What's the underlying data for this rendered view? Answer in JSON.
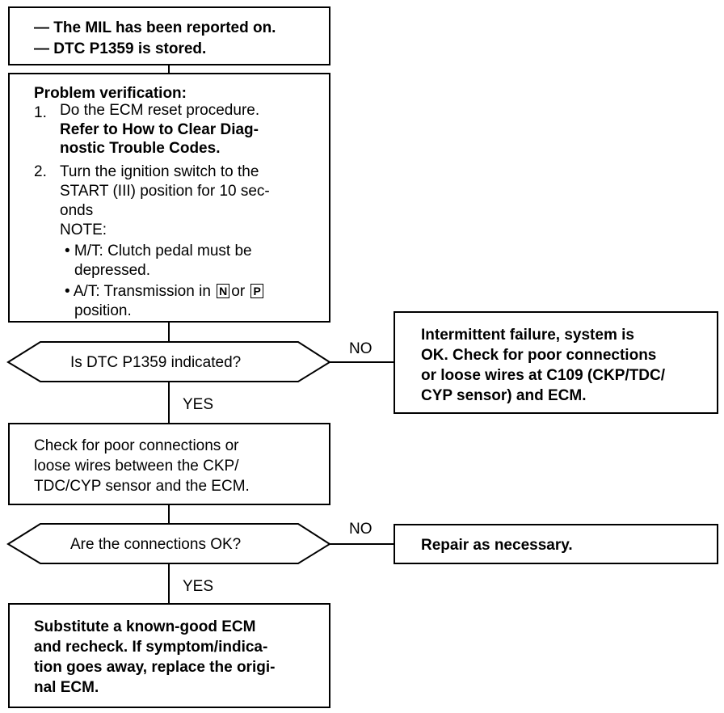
{
  "start_box": {
    "lines": [
      "— The MIL has been reported on.",
      "— DTC P1359 is stored."
    ]
  },
  "verify_box": {
    "heading": "Problem verification:",
    "step1_num": "1.",
    "step1_text": "Do the ECM reset procedure.",
    "step1_ref": [
      "Refer to How to Clear Diag-",
      "nostic Trouble Codes."
    ],
    "step2_num": "2.",
    "step2_lines": [
      "Turn the ignition switch to the",
      "START (III) position for 10 sec-",
      "onds"
    ],
    "note_label": "NOTE:",
    "bullet1": [
      "• M/T: Clutch pedal must be",
      "depressed."
    ],
    "bullet2_pre": "• A/T: Transmission in",
    "key_n": "N",
    "bullet2_or": "or",
    "key_p": "P",
    "bullet2_end": "position."
  },
  "decision1": {
    "question": "Is DTC P1359 indicated?",
    "no_label": "NO",
    "yes_label": "YES"
  },
  "intermittent_box": {
    "lines": [
      "Intermittent failure, system is",
      "OK. Check for poor connections",
      "or loose wires at C109 (CKP/TDC/",
      "CYP sensor) and ECM."
    ]
  },
  "check_box": {
    "lines": [
      "Check for poor connections or",
      "loose wires between the CKP/",
      "TDC/CYP sensor and the ECM."
    ]
  },
  "decision2": {
    "question": "Are the connections OK?",
    "no_label": "NO",
    "yes_label": "YES"
  },
  "repair_box": {
    "text": "Repair as necessary."
  },
  "substitute_box": {
    "lines": [
      "Substitute a known-good ECM",
      "and recheck. If symptom/indica-",
      "tion goes away, replace the origi-",
      "nal ECM."
    ]
  }
}
